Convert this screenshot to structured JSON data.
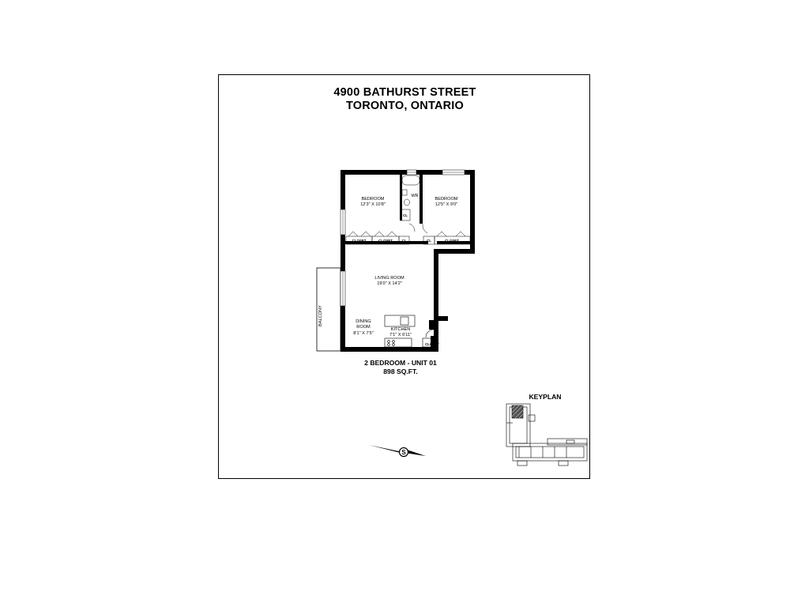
{
  "building": {
    "address": "4900 BATHURST STREET",
    "city": "TORONTO, ONTARIO"
  },
  "unit": {
    "type": "2 BEDROOM - UNIT 01",
    "area": "898 SQ.FT."
  },
  "rooms": {
    "bedroom_left": {
      "name": "BEDROOM",
      "size": "12'3\" X 10'8\""
    },
    "bedroom_right": {
      "name": "BEDROOM",
      "size": "12'5\" X 9'0\""
    },
    "washroom": {
      "name": "WR"
    },
    "living": {
      "name": "LIVING ROOM",
      "size": "19'0\" X 14'2\""
    },
    "dining": {
      "name_line1": "DINING",
      "name_line2": "ROOM",
      "size": "8'1\" X 7'5\""
    },
    "kitchen": {
      "name": "KITCHEN",
      "size": "7'1\" X 6'11\""
    },
    "balcony": {
      "name": "BALCONY"
    }
  },
  "closets": {
    "closet_1": "CLOSET",
    "closet_2": "CLOSET",
    "cl_hall": "CL",
    "cl_wr": "CL",
    "cl_right": "CL",
    "closet_right": "CLOSET",
    "closet_kitchen": "CLOSET"
  },
  "keyplan": {
    "label": "KEYPLAN"
  },
  "colors": {
    "wall": "#000000",
    "highlight": "#555555",
    "background": "#ffffff"
  }
}
